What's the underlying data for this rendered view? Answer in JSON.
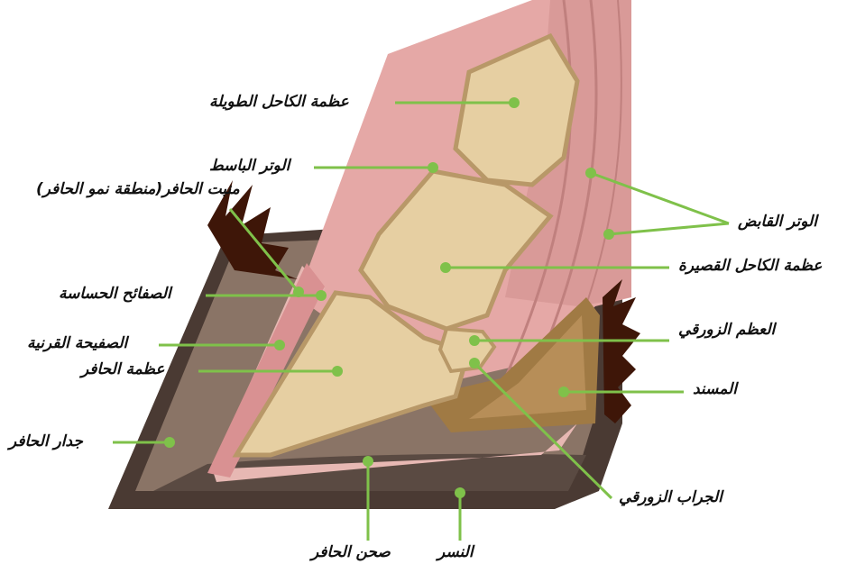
{
  "colors": {
    "leader": "#7fc14a",
    "bone": "#e6cfa2",
    "bone_edge": "#b89868",
    "tissue": "#e5a8a6",
    "tendon": "#d99a98",
    "hoof_wall": "#4a3a33",
    "hoof_wall_light": "#8a7466",
    "frog": "#a07a44",
    "hair": "#3e1608"
  },
  "labels": {
    "long_pastern": "عظمة الكاحل الطويلة",
    "extensor_tendon": "الوتر الباسط",
    "coronary_band": "منبت الحافر(منطقة نمو الحافر)",
    "flexor_tendon": "الوتر القابض",
    "short_pastern": "عظمة الكاحل القصيرة",
    "sensitive_laminae": "الصفائح الحساسة",
    "navicular_bone": "العظم الزورقي",
    "insensitive_laminae": "الصفيحة القرنية",
    "coffin_bone": "عظمة الحافر",
    "digital_cushion": "المسند",
    "hoof_wall": "جدار الحافر",
    "navicular_bursa": "الجراب الزورقي",
    "sole": "صحن الحافر",
    "frog": "النسر"
  }
}
